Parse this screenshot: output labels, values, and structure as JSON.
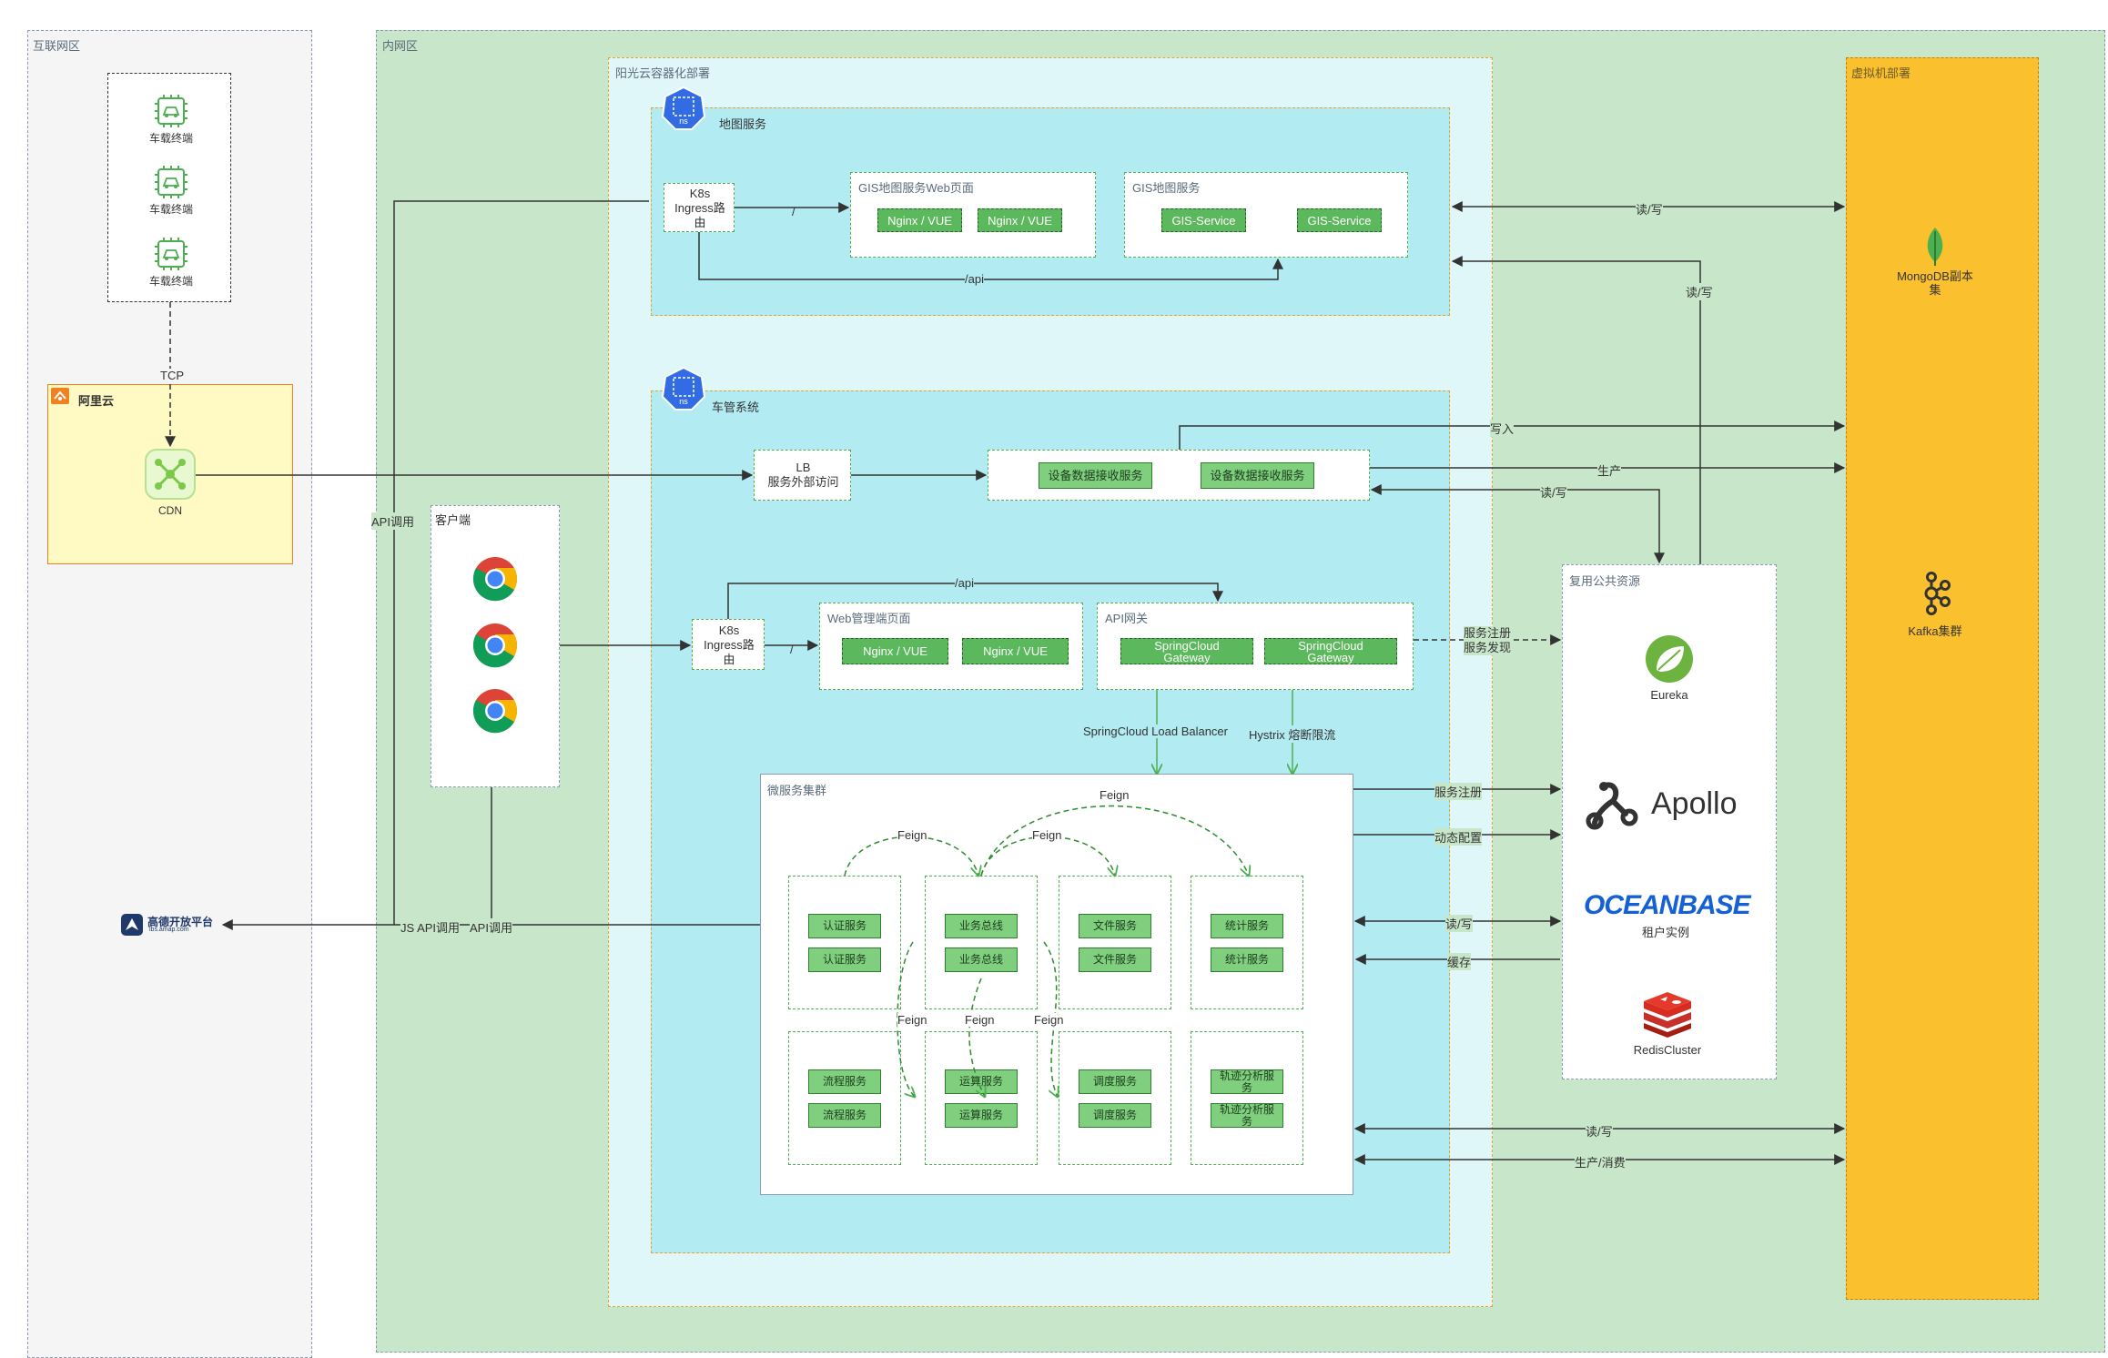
{
  "zones": {
    "internet": "互联网区",
    "intranet": "内网区",
    "container": "阳光云容器化部署",
    "vm": "虚拟机部署"
  },
  "vehicle": {
    "terminals": [
      "车载终端",
      "车载终端",
      "车载终端"
    ],
    "tcp": "TCP"
  },
  "aliyun": {
    "title": "阿里云",
    "cdn": "CDN"
  },
  "map_service": {
    "title": "地图服务",
    "ns": "ns",
    "ingress": "K8s\nIngress路\n由",
    "web_group": "GIS地图服务Web页面",
    "web_nodes": [
      "Nginx / VUE",
      "Nginx / VUE"
    ],
    "gis_group": "GIS地图服务",
    "gis_nodes": [
      "GIS-Service",
      "GIS-Service"
    ],
    "root_path": "/",
    "api_path": "/api"
  },
  "vehicle_mgmt": {
    "title": "车管系统",
    "ns": "ns",
    "lb": "LB\n服务外部访问",
    "receivers": [
      "设备数据接收服务",
      "设备数据接收服务"
    ],
    "ingress": "K8s\nIngress路\n由",
    "web_group": "Web管理端页面",
    "web_nodes": [
      "Nginx / VUE",
      "Nginx / VUE"
    ],
    "gateway_group": "API网关",
    "gateway_nodes": [
      "SpringCloud\nGateway",
      "SpringCloud\nGateway"
    ],
    "root_path": "/",
    "api_path": "/api",
    "lb_label": "SpringCloud Load Balancer",
    "hystrix_label": "Hystrix 熔断限流"
  },
  "client": {
    "title": "客户端"
  },
  "microservices": {
    "title": "微服务集群",
    "groups": [
      [
        "认证服务",
        "认证服务"
      ],
      [
        "业务总线",
        "业务总线"
      ],
      [
        "文件服务",
        "文件服务"
      ],
      [
        "统计服务",
        "统计服务"
      ],
      [
        "流程服务",
        "流程服务"
      ],
      [
        "运算服务",
        "运算服务"
      ],
      [
        "调度服务",
        "调度服务"
      ],
      [
        "轨迹分析服\n务",
        "轨迹分析服\n务"
      ]
    ],
    "feign": [
      "Feign",
      "Feign",
      "Feign",
      "Feign",
      "Feign",
      "Feign"
    ]
  },
  "shared": {
    "title": "复用公共资源",
    "eureka": "Eureka",
    "apollo": "Apollo",
    "oceanbase": "OCEANBASE",
    "oceanbase_sub": "租户实例",
    "redis": "RedisCluster"
  },
  "vm": {
    "mongodb": "MongoDB副本\n集",
    "kafka": "Kafka集群"
  },
  "amap": {
    "name": "高德开放平台",
    "url": "lbs.amap.com"
  },
  "edges": {
    "api_call": "API调用",
    "js_api_call": "JS API调用",
    "api_call2": "API调用",
    "rw": "读/写",
    "write": "写入",
    "produce": "生产",
    "register_discover": "服务注册\n服务发现",
    "register": "服务注册",
    "dynamic_config": "动态配置",
    "cache": "缓存",
    "produce_consume": "生产/消费"
  },
  "colors": {
    "intranet_bg": "#c8e6c9",
    "container_bg": "#e0f7fa",
    "k8s_bg": "#b2ebf2",
    "vm_bg": "#fbc02d",
    "aliyun_bg": "#fff9c4",
    "service_green": "#5cb85c",
    "k8s_blue": "#326ce5"
  }
}
